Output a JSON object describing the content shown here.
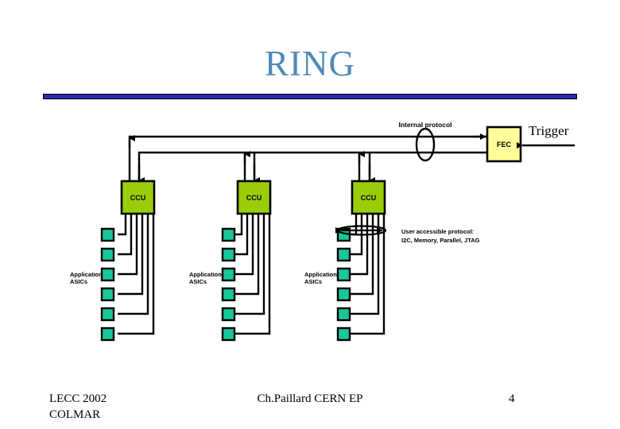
{
  "slide": {
    "title": "RING",
    "accent_color": "#2b2bad",
    "title_color": "#4e8ab5"
  },
  "diagram": {
    "fec": {
      "label": "FEC",
      "fill": "#ffff99"
    },
    "trigger": {
      "label": "Trigger"
    },
    "internal_protocol": {
      "label": "Internal protocol"
    },
    "user_protocol": {
      "line1": "User accessible protocol:",
      "line2": "I2C, Memory, Parallel, JTAG"
    },
    "ccus": [
      {
        "label": "CCU",
        "fill": "#9acd07",
        "asic_label_line1": "Application",
        "asic_label_line2": "ASICs"
      },
      {
        "label": "CCU",
        "fill": "#9acd07",
        "asic_label_line1": "Application",
        "asic_label_line2": "ASICs"
      },
      {
        "label": "CCU",
        "fill": "#9acd07",
        "asic_label_line1": "Application",
        "asic_label_line2": "ASICs"
      }
    ],
    "asic_fill": "#19c79a",
    "asics_per_ccu": 6
  },
  "footer": {
    "left_line1": "LECC 2002",
    "left_line2": "COLMAR",
    "center": "Ch.Paillard CERN EP",
    "page_number": "4"
  }
}
